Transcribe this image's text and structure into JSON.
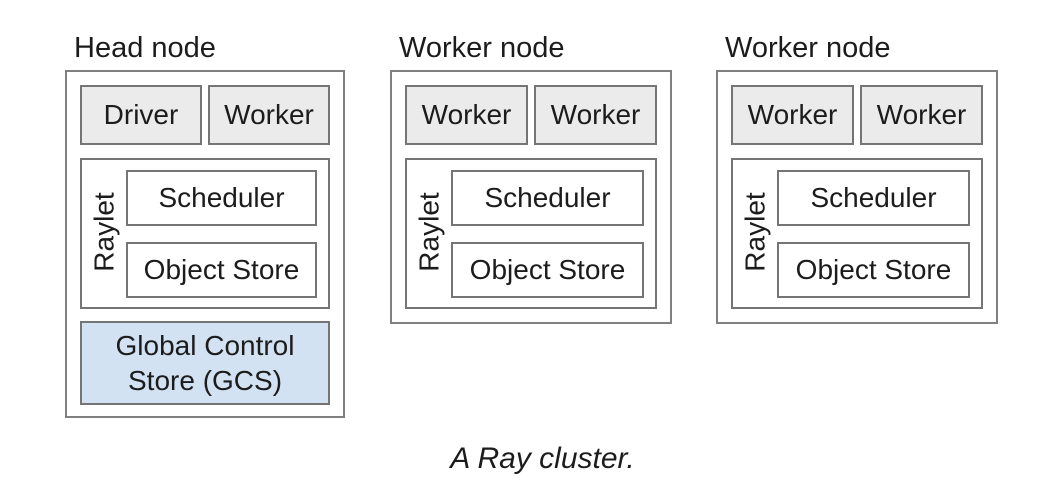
{
  "caption": "A Ray cluster.",
  "colors": {
    "background": "#ffffff",
    "node_border": "#808080",
    "box_border": "#757575",
    "process_fill": "#ebebeb",
    "gcs_fill": "#d2e2f2",
    "text": "#1c1c1c"
  },
  "nodes": [
    {
      "title": "Head node",
      "processes": [
        "Driver",
        "Worker"
      ],
      "raylet_label": "Raylet",
      "components": [
        "Scheduler",
        "Object Store"
      ],
      "gcs_label": "Global Control Store (GCS)"
    },
    {
      "title": "Worker node",
      "processes": [
        "Worker",
        "Worker"
      ],
      "raylet_label": "Raylet",
      "components": [
        "Scheduler",
        "Object Store"
      ]
    },
    {
      "title": "Worker node",
      "processes": [
        "Worker",
        "Worker"
      ],
      "raylet_label": "Raylet",
      "components": [
        "Scheduler",
        "Object Store"
      ]
    }
  ]
}
